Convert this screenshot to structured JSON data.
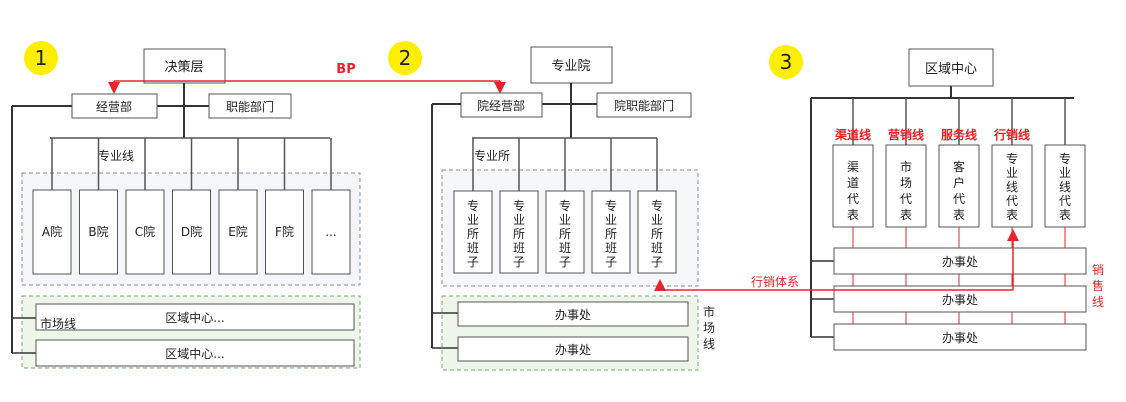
{
  "badges": [
    "1",
    "2",
    "3"
  ],
  "diagram1": {
    "top": "决策层",
    "bp_label": "BP",
    "left_unit": "经营部",
    "right_unit": "职能部门",
    "line_label": "专业线",
    "columns": [
      "A院",
      "B院",
      "C院",
      "D院",
      "E院",
      "F院",
      "..."
    ],
    "market_label": "市场线",
    "regions": [
      "区域中心...",
      "区域中心..."
    ]
  },
  "diagram2": {
    "top": "专业院",
    "left_unit": "院经营部",
    "right_unit": "院职能部门",
    "line_label": "专业所",
    "teams": [
      "专业所班子",
      "专业所班子",
      "专业所班子",
      "专业所班子",
      "专业所班子"
    ],
    "offices": [
      "办事处",
      "办事处"
    ],
    "market_label": "市场线"
  },
  "diagram3": {
    "top": "区域中心",
    "line_labels": [
      "渠道线",
      "营销线",
      "服务线",
      "行销线"
    ],
    "reps": [
      "渠道代表",
      "市场代表",
      "客户代表",
      "专业线代表",
      "专业线代表"
    ],
    "offices": [
      "办事处",
      "办事处",
      "办事处"
    ],
    "side_label": "销售线",
    "cross_label": "行销体系"
  },
  "colors": {
    "accent_red": "#e8242b",
    "badge_yellow": "#ffee00",
    "box_stroke": "#555555",
    "dashed_blue": "#7f8fa6",
    "dashed_green": "#7fa57f",
    "green_fill": "#eef6ea"
  }
}
